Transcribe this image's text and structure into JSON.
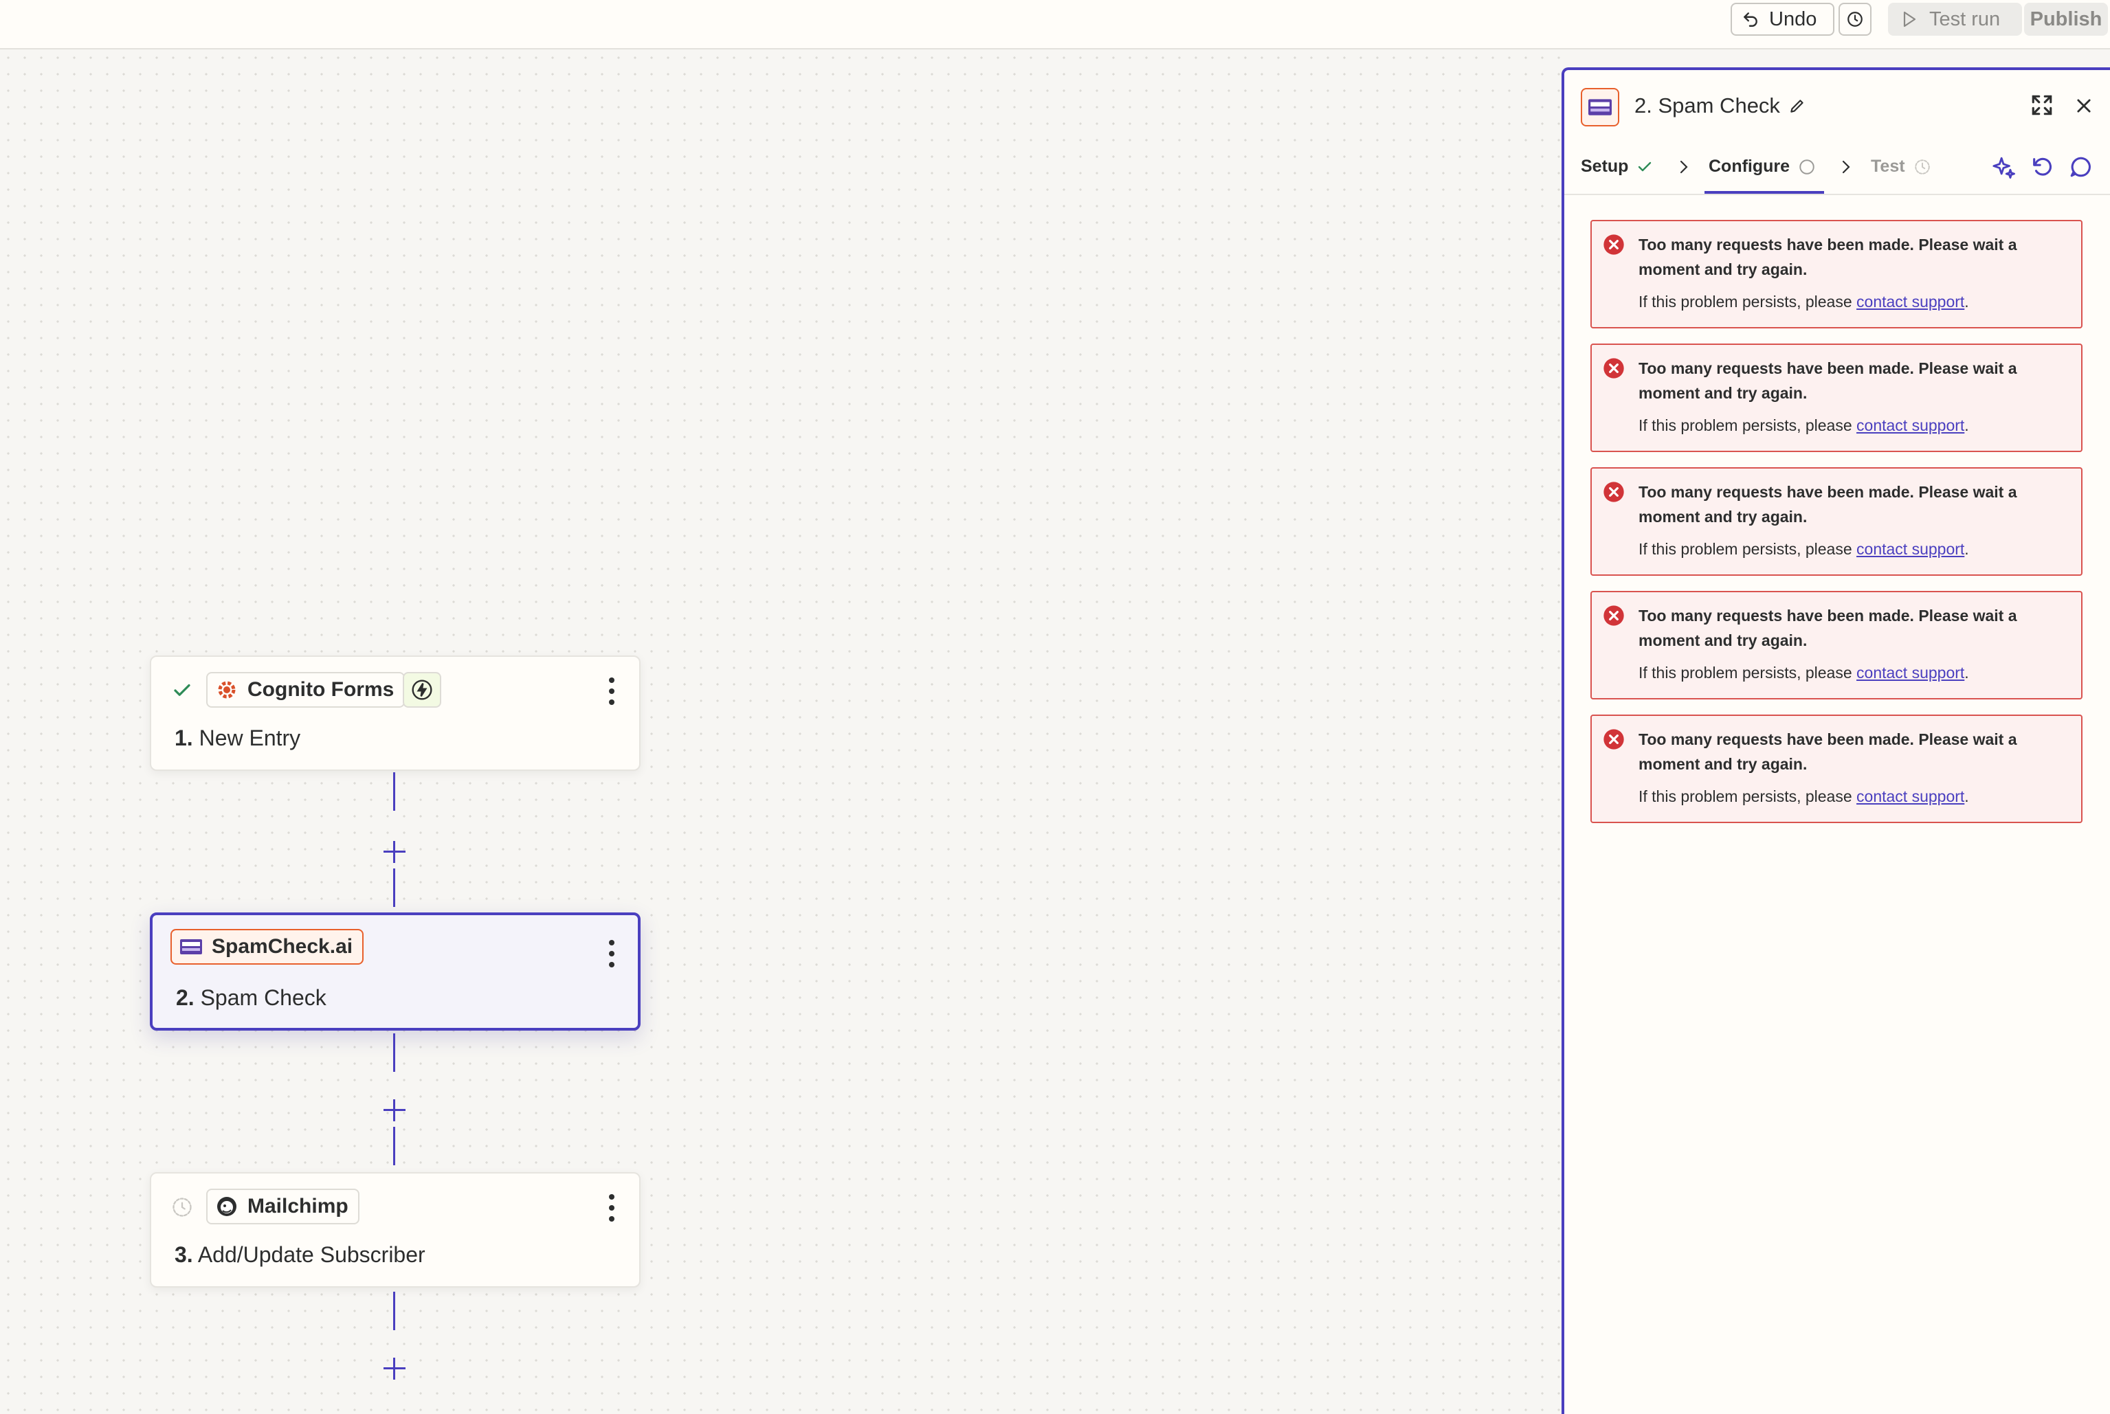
{
  "toolbar": {
    "undo_label": "Undo",
    "test_run_label": "Test run",
    "publish_label": "Publish"
  },
  "steps": [
    {
      "app": "Cognito Forms",
      "number": "1.",
      "title": "New Entry",
      "status": "success",
      "icon": "cognito-forms-icon"
    },
    {
      "app": "SpamCheck.ai",
      "number": "2.",
      "title": "Spam Check",
      "status": "selected",
      "icon": "spamcheck-icon"
    },
    {
      "app": "Mailchimp",
      "number": "3.",
      "title": "Add/Update Subscriber",
      "status": "pending",
      "icon": "mailchimp-icon"
    }
  ],
  "panel": {
    "title": "2. Spam Check",
    "tabs": [
      {
        "label": "Setup",
        "state": "complete"
      },
      {
        "label": "Configure",
        "state": "active"
      },
      {
        "label": "Test",
        "state": "pending"
      }
    ],
    "errors": [
      {
        "message": "Too many requests have been made. Please wait a moment and try again.",
        "hint_prefix": "If this problem persists, please ",
        "link": "contact support",
        "hint_suffix": "."
      },
      {
        "message": "Too many requests have been made. Please wait a moment and try again.",
        "hint_prefix": "If this problem persists, please ",
        "link": "contact support",
        "hint_suffix": "."
      },
      {
        "message": "Too many requests have been made. Please wait a moment and try again.",
        "hint_prefix": "If this problem persists, please ",
        "link": "contact support",
        "hint_suffix": "."
      },
      {
        "message": "Too many requests have been made. Please wait a moment and try again.",
        "hint_prefix": "If this problem persists, please ",
        "link": "contact support",
        "hint_suffix": "."
      },
      {
        "message": "Too many requests have been made. Please wait a moment and try again.",
        "hint_prefix": "If this problem persists, please ",
        "link": "contact support",
        "hint_suffix": "."
      }
    ]
  },
  "colors": {
    "accent": "#4a3fbf",
    "error": "#d9534f",
    "success": "#2e8b57",
    "brand_orange": "#e8602c"
  }
}
